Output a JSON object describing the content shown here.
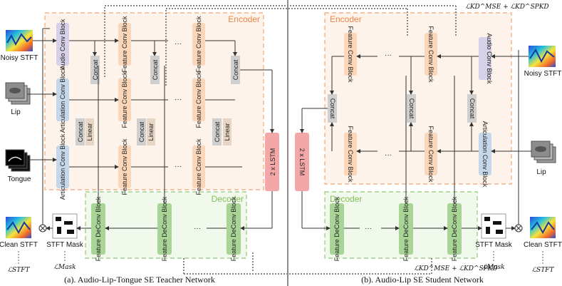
{
  "teacher": {
    "encoder_title": "Encoder",
    "decoder_title": "Decoder",
    "caption": "(a). Audio-Lip-Tongue SE Teacher Network",
    "inputs": {
      "noisy": "Noisy STFT",
      "lip": "Lip",
      "tongue": "Tongue"
    },
    "blocks": {
      "audio": "Audio Conv Block",
      "articulation": "Articulation Conv Block",
      "feature_conv": "Feature Conv Block",
      "concat": "Concat",
      "linear": "Linear",
      "lstm": "2 x LSTM",
      "feature_deconv": "Feature DeConv Block"
    },
    "outputs": {
      "clean": "Clean STFT",
      "mask": "STFT Mask"
    },
    "losses": {
      "stft": "ℒSTFT",
      "mask": "ℒMask"
    },
    "dots": "···"
  },
  "student": {
    "encoder_title": "Encoder",
    "decoder_title": "Decoder",
    "caption": "(b). Audio-Lip SE Student Network",
    "inputs": {
      "noisy": "Noisy STFT",
      "lip": "Lip"
    },
    "blocks": {
      "audio": "Audio Conv Block",
      "articulation": "Articulation Conv Block",
      "feature_conv": "Feature Conv Block",
      "concat": "Concat",
      "lstm": "2 x LSTM",
      "feature_deconv": "Feature DeConv Block"
    },
    "outputs": {
      "clean": "Clean STFT",
      "mask": "STFT Mask"
    },
    "losses": {
      "stft": "ℒSTFT",
      "mask": "ℒMask"
    },
    "dots": "···"
  },
  "kd_loss": "ℒKD^MSE + ℒKD^SPKD",
  "colors": {
    "encoder_border": "#f2b48a",
    "encoder_fill": "#fdf3ea",
    "decoder_border": "#9fd18a",
    "decoder_fill": "#f1f8ec",
    "audio_block": "#d6d1e8",
    "articulation_block": "#c5d8ea",
    "feature_block": "#fbd6b8",
    "concat_block": "#cfcfcf",
    "lstm_block": "#f4a7a7",
    "deconv_block": "#a8d596"
  }
}
